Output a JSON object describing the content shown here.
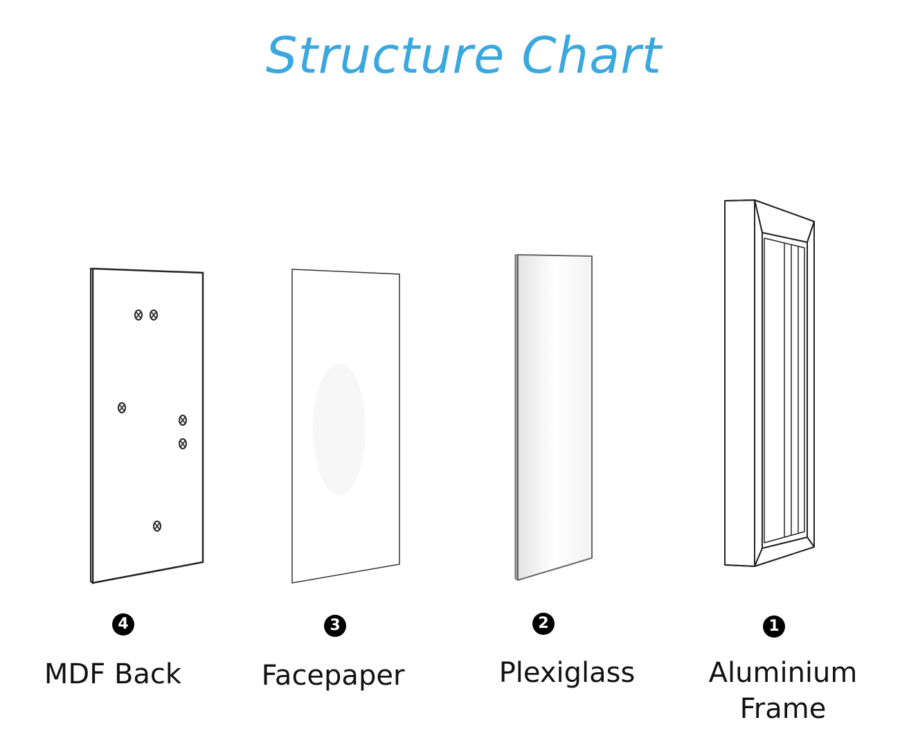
{
  "title": "Structure Chart",
  "colors": {
    "title": "#3aa8de",
    "line": "#222222",
    "badge": "#000000"
  },
  "components": [
    {
      "number": "4",
      "name": "MDF Back"
    },
    {
      "number": "3",
      "name": "Facepaper"
    },
    {
      "number": "2",
      "name": "Plexiglass"
    },
    {
      "number": "1",
      "name": "Aluminium",
      "name_line2": "Frame"
    }
  ]
}
